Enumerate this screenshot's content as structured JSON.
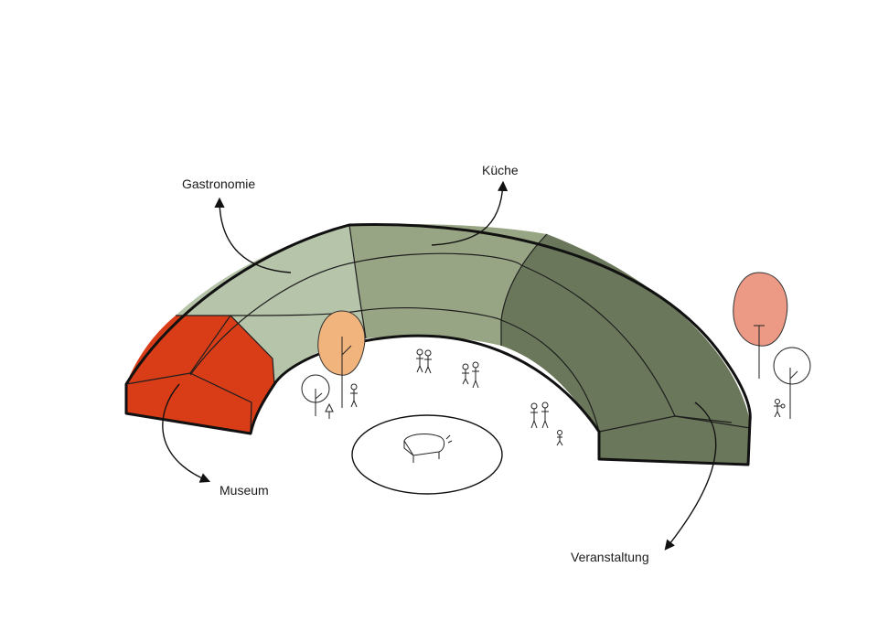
{
  "labels": {
    "gastronomie": "Gastronomie",
    "kueche": "Küche",
    "museum": "Museum",
    "veranstaltung": "Veranstaltung"
  },
  "colors": {
    "museum": "#d93d18",
    "gastronomie": "#b6c4aa",
    "kueche": "#98a584",
    "veranstaltung": "#6a775a",
    "tree_orange": "#f2b47d",
    "tree_pink": "#ec9a86"
  }
}
